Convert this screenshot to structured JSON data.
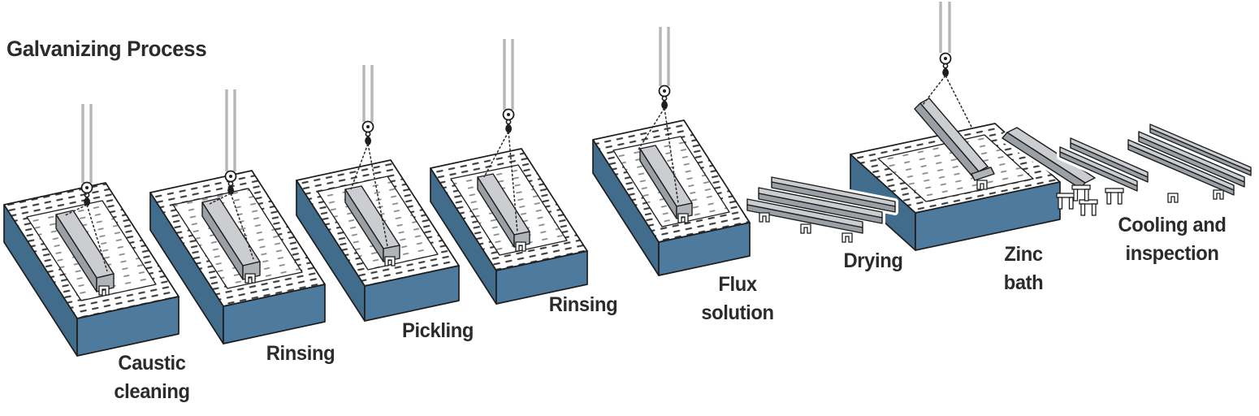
{
  "title": "Galvanizing Process",
  "stations": [
    {
      "name": "caustic-cleaning",
      "equipment": "tank-with-crane",
      "lines": [
        "Caustic",
        "cleaning"
      ]
    },
    {
      "name": "rinsing-1",
      "equipment": "tank-with-crane",
      "lines": [
        "Rinsing"
      ]
    },
    {
      "name": "pickling",
      "equipment": "tank-with-crane",
      "lines": [
        "Pickling"
      ]
    },
    {
      "name": "rinsing-2",
      "equipment": "tank-with-crane",
      "lines": [
        "Rinsing"
      ]
    },
    {
      "name": "flux-solution",
      "equipment": "tank-with-crane",
      "lines": [
        "Flux",
        "solution"
      ]
    },
    {
      "name": "drying",
      "equipment": "beam-rack",
      "lines": [
        "Drying"
      ]
    },
    {
      "name": "zinc-bath",
      "equipment": "tank-with-crane",
      "lines": [
        "Zinc",
        "bath"
      ]
    },
    {
      "name": "cooling-inspection",
      "equipment": "beam-trestles",
      "lines": [
        "Cooling and",
        "inspection"
      ]
    }
  ],
  "colors": {
    "tank_front": "#4e7b9d",
    "tank_side": "#426c8c",
    "beam_light": "#cbcdd0",
    "beam_mid": "#9aa0a5",
    "beam_end": "#b0b4b8",
    "outline": "#1e1e1e",
    "text": "#2b2b2b",
    "background": "#ffffff"
  }
}
